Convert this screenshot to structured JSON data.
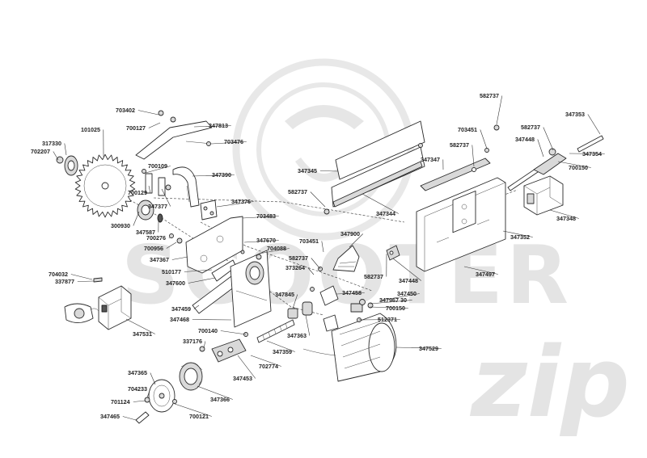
{
  "watermark": {
    "word": "SCOOTER",
    "suffix": "zip"
  },
  "callouts": [
    {
      "id": "c01",
      "text": "703402"
    },
    {
      "id": "c02",
      "text": "700127"
    },
    {
      "id": "c03",
      "text": "347813"
    },
    {
      "id": "c04",
      "text": "703476"
    },
    {
      "id": "c05",
      "text": "101025"
    },
    {
      "id": "c06",
      "text": "317330"
    },
    {
      "id": "c07",
      "text": "702207"
    },
    {
      "id": "c08",
      "text": "700109"
    },
    {
      "id": "c09",
      "text": "347390"
    },
    {
      "id": "c10",
      "text": "700129"
    },
    {
      "id": "c11",
      "text": "347377"
    },
    {
      "id": "c12",
      "text": "347376"
    },
    {
      "id": "c13",
      "text": "300930"
    },
    {
      "id": "c14",
      "text": "347587"
    },
    {
      "id": "c15",
      "text": "703483"
    },
    {
      "id": "c16",
      "text": "700276"
    },
    {
      "id": "c17",
      "text": "347670"
    },
    {
      "id": "c18",
      "text": "700956"
    },
    {
      "id": "c19",
      "text": "704088"
    },
    {
      "id": "c20",
      "text": "347367"
    },
    {
      "id": "c21",
      "text": "510177"
    },
    {
      "id": "c22",
      "text": "704032"
    },
    {
      "id": "c23",
      "text": "337877"
    },
    {
      "id": "c24",
      "text": "347600"
    },
    {
      "id": "c25",
      "text": "347459"
    },
    {
      "id": "c26",
      "text": "347468"
    },
    {
      "id": "c27",
      "text": "347531"
    },
    {
      "id": "c28",
      "text": "700140"
    },
    {
      "id": "c29",
      "text": "337176"
    },
    {
      "id": "c30",
      "text": "347359"
    },
    {
      "id": "c31",
      "text": "702774"
    },
    {
      "id": "c32",
      "text": "347365"
    },
    {
      "id": "c33",
      "text": "347453"
    },
    {
      "id": "c34",
      "text": "704233"
    },
    {
      "id": "c35",
      "text": "701124"
    },
    {
      "id": "c36",
      "text": "347366"
    },
    {
      "id": "c37",
      "text": "347465"
    },
    {
      "id": "c38",
      "text": "700121"
    },
    {
      "id": "c39",
      "text": "347845"
    },
    {
      "id": "c40",
      "text": "347363"
    },
    {
      "id": "c41",
      "text": "347529"
    },
    {
      "id": "c42",
      "text": "512371"
    },
    {
      "id": "c43",
      "text": "347345"
    },
    {
      "id": "c44",
      "text": "582737"
    },
    {
      "id": "c45",
      "text": "347344"
    },
    {
      "id": "c46",
      "text": "347347"
    },
    {
      "id": "c47",
      "text": "582737"
    },
    {
      "id": "c48",
      "text": "703451"
    },
    {
      "id": "c49",
      "text": "582737"
    },
    {
      "id": "c50",
      "text": "582737"
    },
    {
      "id": "c51",
      "text": "347448"
    },
    {
      "id": "c52",
      "text": "347353"
    },
    {
      "id": "c53",
      "text": "347354"
    },
    {
      "id": "c54",
      "text": "700150"
    },
    {
      "id": "c55",
      "text": "347348"
    },
    {
      "id": "c56",
      "text": "347352"
    },
    {
      "id": "c57",
      "text": "347900"
    },
    {
      "id": "c58",
      "text": "703451"
    },
    {
      "id": "c59",
      "text": "582737"
    },
    {
      "id": "c60",
      "text": "373264"
    },
    {
      "id": "c61",
      "text": "582737"
    },
    {
      "id": "c62",
      "text": "347448"
    },
    {
      "id": "c63",
      "text": "347497"
    },
    {
      "id": "c64",
      "text": "347458"
    },
    {
      "id": "c65",
      "text": "347450"
    },
    {
      "id": "c66",
      "text": "347967 30"
    },
    {
      "id": "c67",
      "text": "700150"
    }
  ]
}
